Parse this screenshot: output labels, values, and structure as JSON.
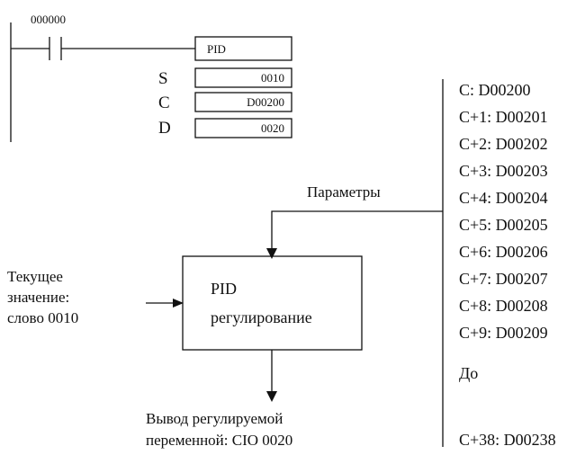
{
  "contact": {
    "address": "000000"
  },
  "instruction": {
    "name": "PID",
    "operands": [
      {
        "label": "S",
        "value": "0010"
      },
      {
        "label": "C",
        "value": "D00200"
      },
      {
        "label": "D",
        "value": "0020"
      }
    ]
  },
  "parameters_label": "Параметры",
  "process_box": {
    "line1": "PID",
    "line2": "регулирование"
  },
  "input_label": {
    "line1": "Текущее",
    "line2": "значение:",
    "line3": "слово 0010"
  },
  "output_label": {
    "line1": "Вывод регулируемой",
    "line2": "переменной: CIO 0020"
  },
  "registers": [
    "C: D00200",
    "C+1: D00201",
    "C+2: D00202",
    "C+3: D00203",
    "C+4: D00204",
    "C+5: D00205",
    "C+6: D00206",
    "C+7: D00207",
    "C+8: D00208",
    "C+9: D00209"
  ],
  "registers_ellipsis": "До",
  "registers_last": "C+38: D00238"
}
